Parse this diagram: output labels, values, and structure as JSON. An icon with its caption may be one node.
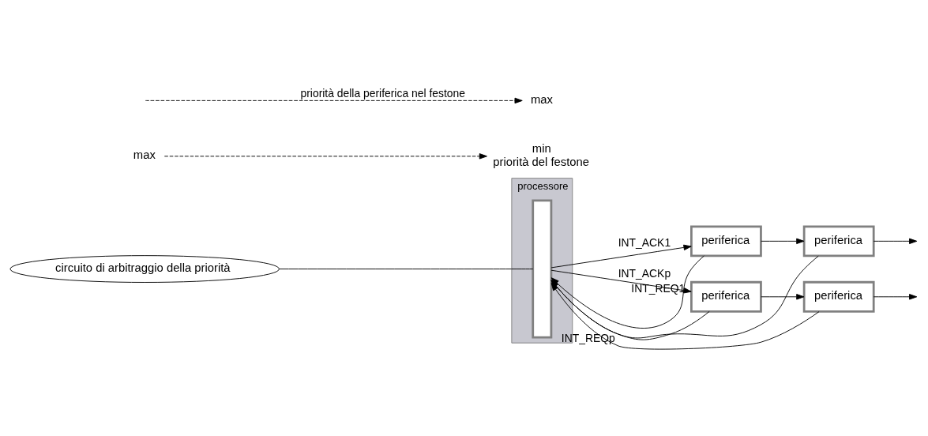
{
  "diagram": {
    "nodes": [
      {
        "text": [
          "processore"
        ]
      },
      {
        "text": [],
        "shape": "box",
        "in": 0
      },
      {
        "text": [
          "circuito di arbitraggio della priorità"
        ]
      },
      {
        "text": [
          "periferica"
        ]
      },
      {
        "text": [
          "periferica"
        ]
      },
      {
        "text": [
          "periferica"
        ]
      },
      {
        "text": [
          "periferica"
        ]
      },
      {
        "text": [
          "max"
        ]
      },
      {
        "text": [
          "min",
          "priorità del festone"
        ]
      },
      {
        "text": [
          "max"
        ]
      }
    ],
    "edges": [
      {
        "from": 2,
        "to": 1,
        "arrow": "none"
      },
      {
        "from": 3,
        "to": 1,
        "arrow": "to",
        "label": "INT_REQ1"
      },
      {
        "from": 4,
        "to": 1,
        "arrow": "to"
      },
      {
        "from": 1,
        "to": 3,
        "arrow": "to",
        "label": "INT_ACK1"
      },
      {
        "from": 3,
        "to": 4,
        "arrow": "to"
      },
      {
        "from": 4,
        "to": null,
        "arrow": "to"
      },
      {
        "from": 5,
        "to": 1,
        "arrow": "to",
        "label": "INT_REQp"
      },
      {
        "from": 6,
        "to": 1,
        "arrow": "to"
      },
      {
        "from": 1,
        "to": 5,
        "arrow": "to",
        "label": "INT_ACKp"
      },
      {
        "from": 5,
        "to": 6,
        "arrow": "to"
      },
      {
        "from": 6,
        "to": null,
        "arrow": "to"
      },
      {
        "from": 7,
        "to": 8,
        "arrow": "to",
        "style": "dashed"
      },
      {
        "from": null,
        "to": 9,
        "arrow": "to",
        "style": "dashed",
        "label": "priorità della periferica nel festone"
      }
    ]
  }
}
